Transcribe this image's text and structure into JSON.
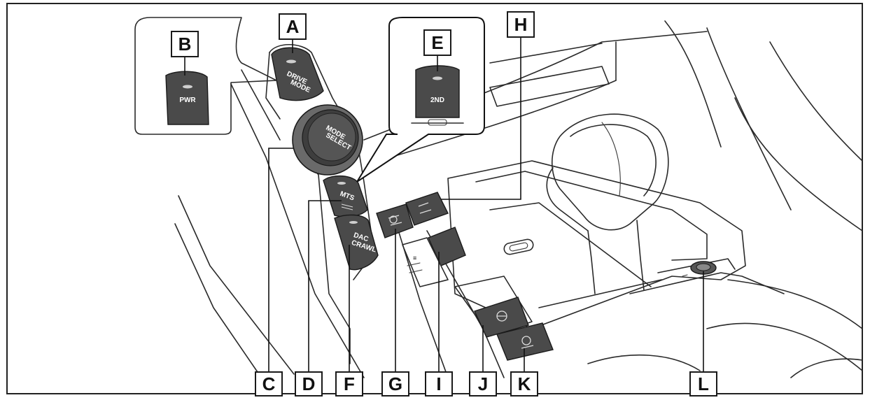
{
  "callouts": {
    "A": "A",
    "B": "B",
    "C": "C",
    "D": "D",
    "E": "E",
    "F": "F",
    "G": "G",
    "H": "H",
    "I": "I",
    "J": "J",
    "K": "K",
    "L": "L"
  },
  "button_labels": {
    "pwr": "PWR",
    "drive_mode_line1": "DRIVE",
    "drive_mode_line2": "MODE",
    "mode_select_line1": "MODE",
    "mode_select_line2": "SELECT",
    "second": "2ND",
    "mts": "MTS",
    "dac_line1": "DAC",
    "dac_line2": "CRAWL"
  },
  "colors": {
    "line": "#2a2a2a",
    "button_fill": "#4a4a4a",
    "background": "#ffffff"
  }
}
